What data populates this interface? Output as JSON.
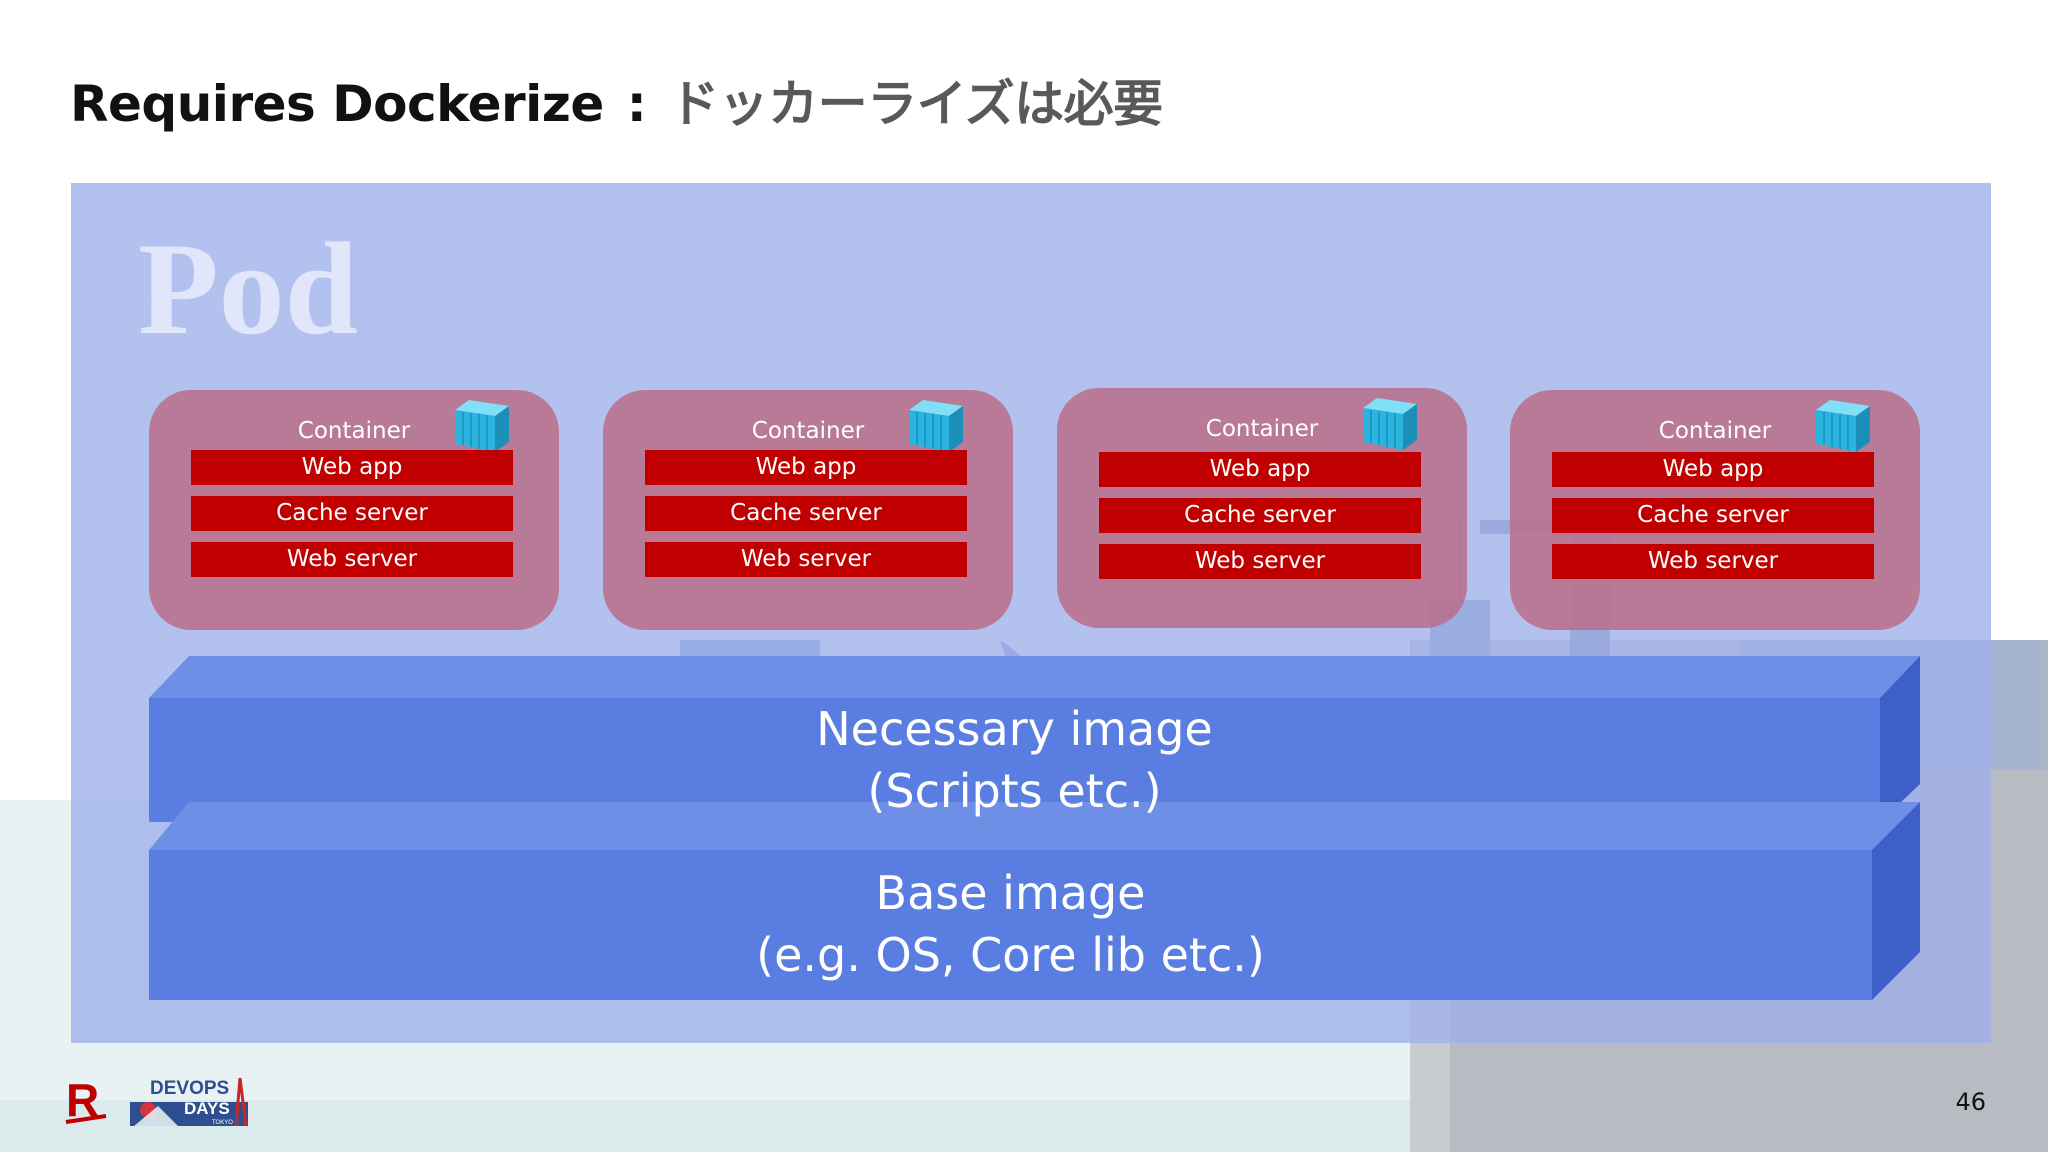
{
  "title": {
    "en": "Requires Dockerize",
    "separator": ":",
    "jp": "ドッカーライズは必要"
  },
  "pod": {
    "label": "Pod"
  },
  "containers": [
    {
      "title": "Container",
      "layers": [
        "Web app",
        "Cache server",
        "Web server"
      ]
    },
    {
      "title": "Container",
      "layers": [
        "Web app",
        "Cache server",
        "Web server"
      ]
    },
    {
      "title": "Container",
      "layers": [
        "Web app",
        "Cache server",
        "Web server"
      ]
    },
    {
      "title": "Container",
      "layers": [
        "Web app",
        "Cache server",
        "Web server"
      ]
    }
  ],
  "necessary_image": {
    "line1": "Necessary image",
    "line2": "(Scripts etc.)"
  },
  "base_image": {
    "line1": "Base image",
    "line2": "(e.g. OS, Core lib etc.)"
  },
  "footer": {
    "logo_letter": "R",
    "devops_line1": "DEVOPS",
    "devops_line2": "DAYS",
    "devops_line3": "TOKYO",
    "page_number": "46"
  },
  "colors": {
    "pod_fill": "#9dafeb",
    "container_fill": "#b9708c",
    "layer_red": "#c00000",
    "image_blue": "#4f74e0",
    "cube_cyan": "#3cc3e8"
  },
  "icons": [
    "container-cube-icon",
    "rakuten-logo",
    "devops-days-logo"
  ]
}
